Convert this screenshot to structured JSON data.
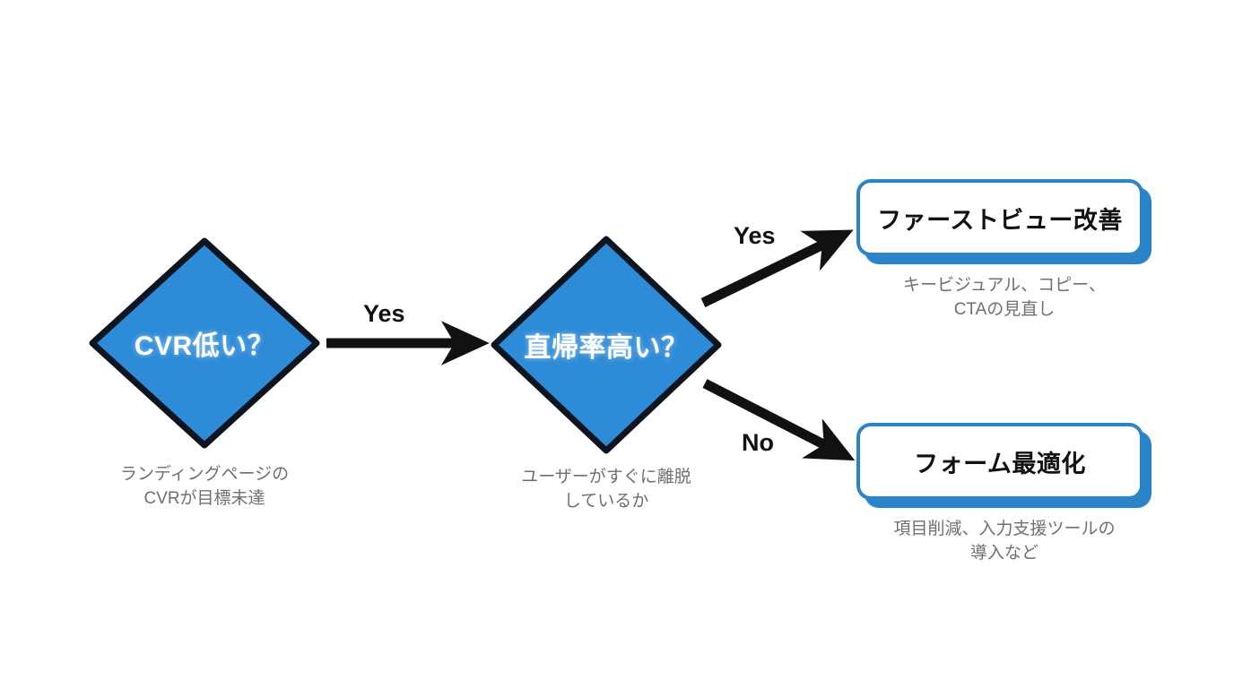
{
  "diagram": {
    "type": "decision-flowchart",
    "background_color": "#ffffff",
    "accent_color": "#2e8bd8",
    "box_border_color": "#2b83c8",
    "caption_color": "#6f6f6f"
  },
  "nodes": {
    "decision_cvr": {
      "label": "CVR低い？",
      "caption": "ランディングページの\nCVRが目標未達",
      "shape": "diamond",
      "fill": "#2e8bd8"
    },
    "decision_bounce": {
      "label": "直帰率高い？",
      "caption": "ユーザーがすぐに離脱\nしているか",
      "shape": "diamond",
      "fill": "#2e8bd8"
    },
    "action_firstview": {
      "label": "ファーストビュー改善",
      "caption": "キービジュアル、コピー、\nCTAの見直し",
      "shape": "rounded-rect",
      "fill": "#ffffff",
      "border": "#2b83c8"
    },
    "action_form": {
      "label": "フォーム最適化",
      "caption": "項目削減、入力支援ツールの\n導入など",
      "shape": "rounded-rect",
      "fill": "#ffffff",
      "border": "#2b83c8"
    }
  },
  "edges": {
    "cvr_to_bounce": {
      "label": "Yes"
    },
    "bounce_to_firstview": {
      "label": "Yes"
    },
    "bounce_to_form": {
      "label": "No"
    }
  }
}
